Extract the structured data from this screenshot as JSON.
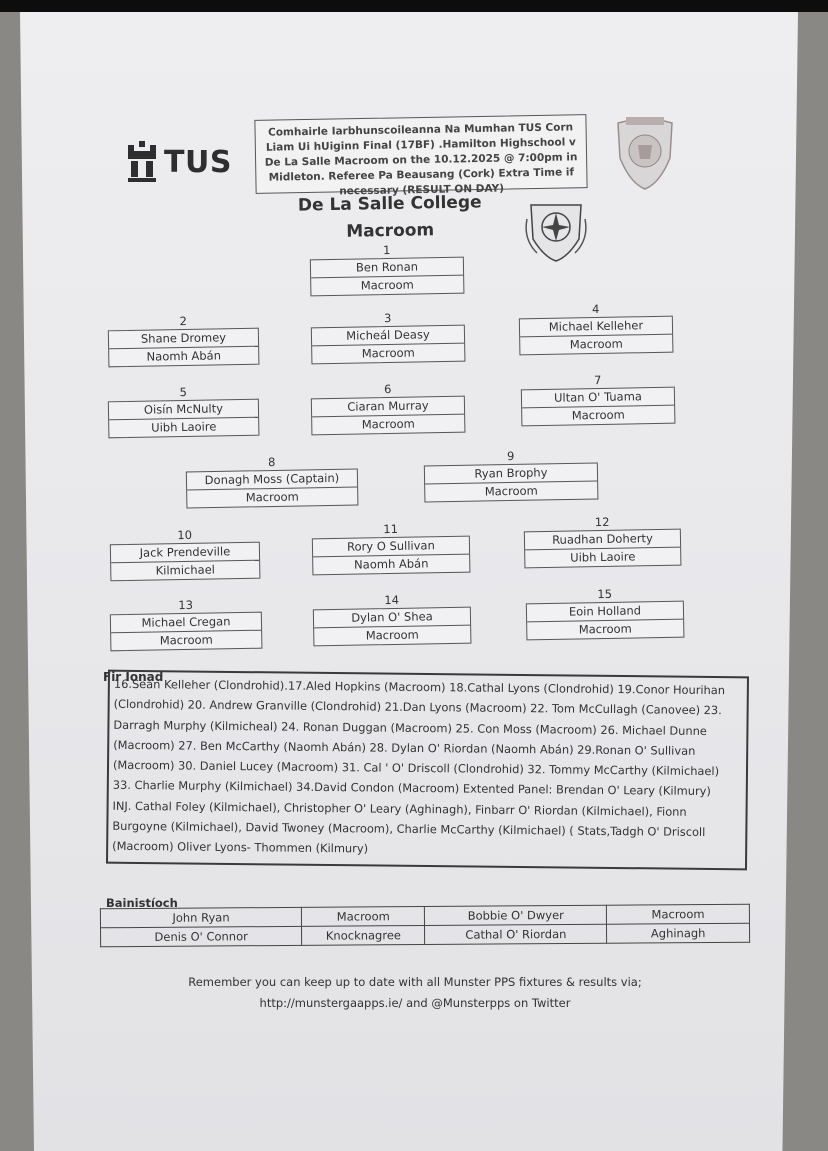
{
  "header": {
    "logo_text": "TUS",
    "fixture_text": "Comhairle Iarbhunscoileanna Na Mumhan TUS Corn Liam Ui hUiginn Final (17BF) .Hamilton Highschool v De La Salle Macroom on the 10.12.2025 @ 7:00pm in Midleton. Referee Pa Beausang (Cork) Extra Time if necessary (RESULT ON DAY)",
    "school_line1": "De La Salle College",
    "school_line2": "Macroom"
  },
  "players": [
    {
      "num": "1",
      "name": "Ben Ronan",
      "club": "Macroom"
    },
    {
      "num": "2",
      "name": "Shane Dromey",
      "club": "Naomh Abán"
    },
    {
      "num": "3",
      "name": "Micheál Deasy",
      "club": "Macroom"
    },
    {
      "num": "4",
      "name": "Michael Kelleher",
      "club": "Macroom"
    },
    {
      "num": "5",
      "name": "Oisín McNulty",
      "club": "Uibh Laoire"
    },
    {
      "num": "6",
      "name": "Ciaran Murray",
      "club": "Macroom"
    },
    {
      "num": "7",
      "name": "Ultan O' Tuama",
      "club": "Macroom"
    },
    {
      "num": "8",
      "name": "Donagh Moss (Captain)",
      "club": "Macroom"
    },
    {
      "num": "9",
      "name": "Ryan Brophy",
      "club": "Macroom"
    },
    {
      "num": "10",
      "name": "Jack Prendeville",
      "club": "Kilmichael"
    },
    {
      "num": "11",
      "name": "Rory O Sullivan",
      "club": "Naomh Abán"
    },
    {
      "num": "12",
      "name": "Ruadhan Doherty",
      "club": "Uibh Laoire"
    },
    {
      "num": "13",
      "name": "Michael Cregan",
      "club": "Macroom"
    },
    {
      "num": "14",
      "name": "Dylan O' Shea",
      "club": "Macroom"
    },
    {
      "num": "15",
      "name": "Eoin Holland",
      "club": "Macroom"
    }
  ],
  "subs": {
    "label": "Fir Ionad",
    "text": "16.Sean Kelleher (Clondrohid).17.Aled Hopkins (Macroom) 18.Cathal Lyons (Clondrohid) 19.Conor Hourihan (Clondrohid) 20. Andrew Granville (Clondrohid) 21.Dan Lyons (Macroom) 22. Tom McCullagh (Canovee) 23. Darragh Murphy (Kilmicheal) 24. Ronan Duggan (Macroom) 25. Con Moss (Macroom) 26. Michael Dunne (Macroom) 27. Ben McCarthy (Naomh Abán) 28. Dylan O' Riordan (Naomh Abán) 29.Ronan O' Sullivan (Macroom) 30. Daniel Lucey (Macroom) 31. Cal ' O' Driscoll (Clondrohid) 32. Tommy McCarthy (Kilmichael) 33. Charlie Murphy (Kilmichael) 34.David Condon (Macroom) Extented Panel: Brendan O' Leary (Kilmury) INJ. Cathal Foley (Kilmichael), Christopher O' Leary (Aghinagh), Finbarr O' Riordan (Kilmichael), Fionn Burgoyne (Kilmichael), David Twoney (Macroom), Charlie McCarthy (Kilmichael) ( Stats,Tadgh O' Driscoll (Macroom) Oliver Lyons- Thommen (Kilmury)"
  },
  "managers": {
    "label": "Bainistíoch",
    "rows": [
      [
        "John Ryan",
        "Macroom",
        "Bobbie O' Dwyer",
        "Macroom"
      ],
      [
        "Denis O' Connor",
        "Knocknagree",
        "Cathal O' Riordan",
        "Aghinagh"
      ]
    ]
  },
  "footer": {
    "line1": "Remember you can keep up to date with all Munster PPS fixtures & results via;",
    "line2": "http://munstergaapps.ie/ and @Munsterpps on Twitter"
  }
}
